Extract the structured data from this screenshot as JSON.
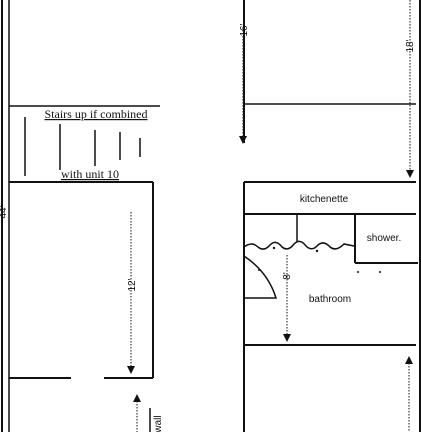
{
  "plan": {
    "stairs_note_line1": "Stairs up if combined",
    "stairs_note_line2": "with unit 10",
    "rooms": {
      "kitchenette": "kitchenette",
      "shower": "shower.",
      "bathroom": "bathroom"
    },
    "dimensions": {
      "left_wall_height": "44'",
      "left_room_height": "12'",
      "top_middle": "16'",
      "top_right": "18'",
      "bathroom_height": "8'"
    },
    "wall_note": "wall"
  }
}
